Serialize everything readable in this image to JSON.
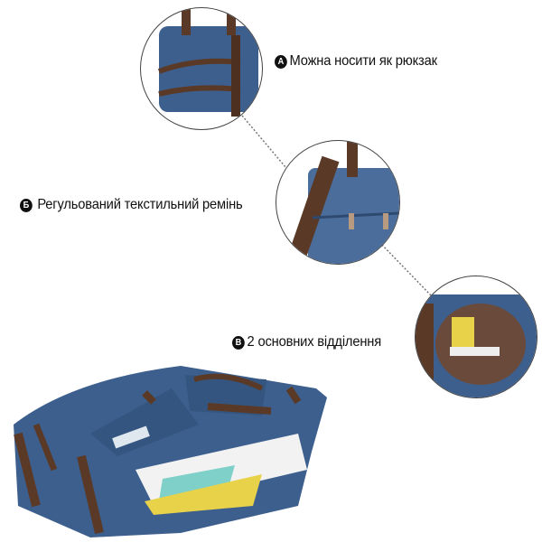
{
  "features": [
    {
      "badge": "A",
      "text": "Можна носити як рюкзак"
    },
    {
      "badge": "Б",
      "text": "Регульований текстильний ремінь"
    },
    {
      "badge": "В",
      "text": "2 основних відділення"
    }
  ],
  "colors": {
    "canvas": "#3d5f8e",
    "leather": "#5a3a26",
    "book_yellow": "#e8d24a"
  }
}
